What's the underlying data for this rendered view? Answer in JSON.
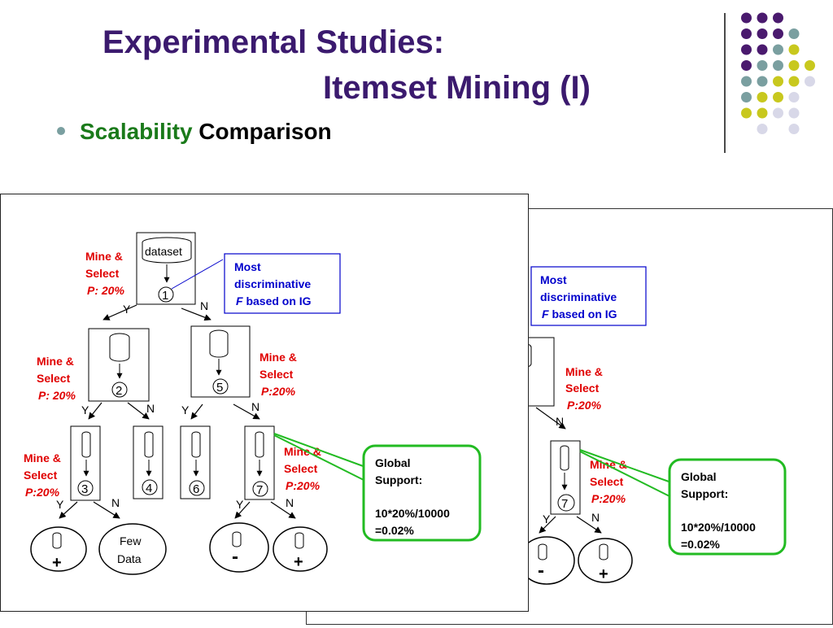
{
  "title": {
    "line1": "Experimental Studies:",
    "line2": "Itemset Mining (I)"
  },
  "bullet": {
    "highlight": "Scalability",
    "rest": "Comparison"
  },
  "colors": {
    "title": "#3b1a6e",
    "accent_green": "#1a7a1a",
    "label_red": "#e00000",
    "label_blue": "#0000cc",
    "callout_green": "#22bb22",
    "dot_purple": "#4a1a6e",
    "dot_teal": "#7a9fa0",
    "dot_yellow": "#c8c81e",
    "dot_lavender": "#d8d8e8"
  },
  "diagram": {
    "dataset_label": "dataset",
    "node_numbers": [
      "1",
      "2",
      "5",
      "3",
      "4",
      "6",
      "7"
    ],
    "yes": "Y",
    "no": "N",
    "mine_select": {
      "line1": "Mine &",
      "line2": "Select"
    },
    "support_labels": {
      "root": "P: 20%",
      "node2": "P: 20%",
      "node5": "P:20%",
      "node3": "P:20%",
      "node7": "P:20%"
    },
    "feature_box": {
      "line1": "Most",
      "line2": "discriminative",
      "f": "F",
      "line3_rest": " based on IG"
    },
    "global_support": {
      "line1": "Global",
      "line2": "Support:",
      "line3": "10*20%/10000",
      "line4": "=0.02%"
    },
    "leaves": {
      "plus": "+",
      "minus": "-",
      "few": "Few",
      "data": "Data"
    }
  }
}
